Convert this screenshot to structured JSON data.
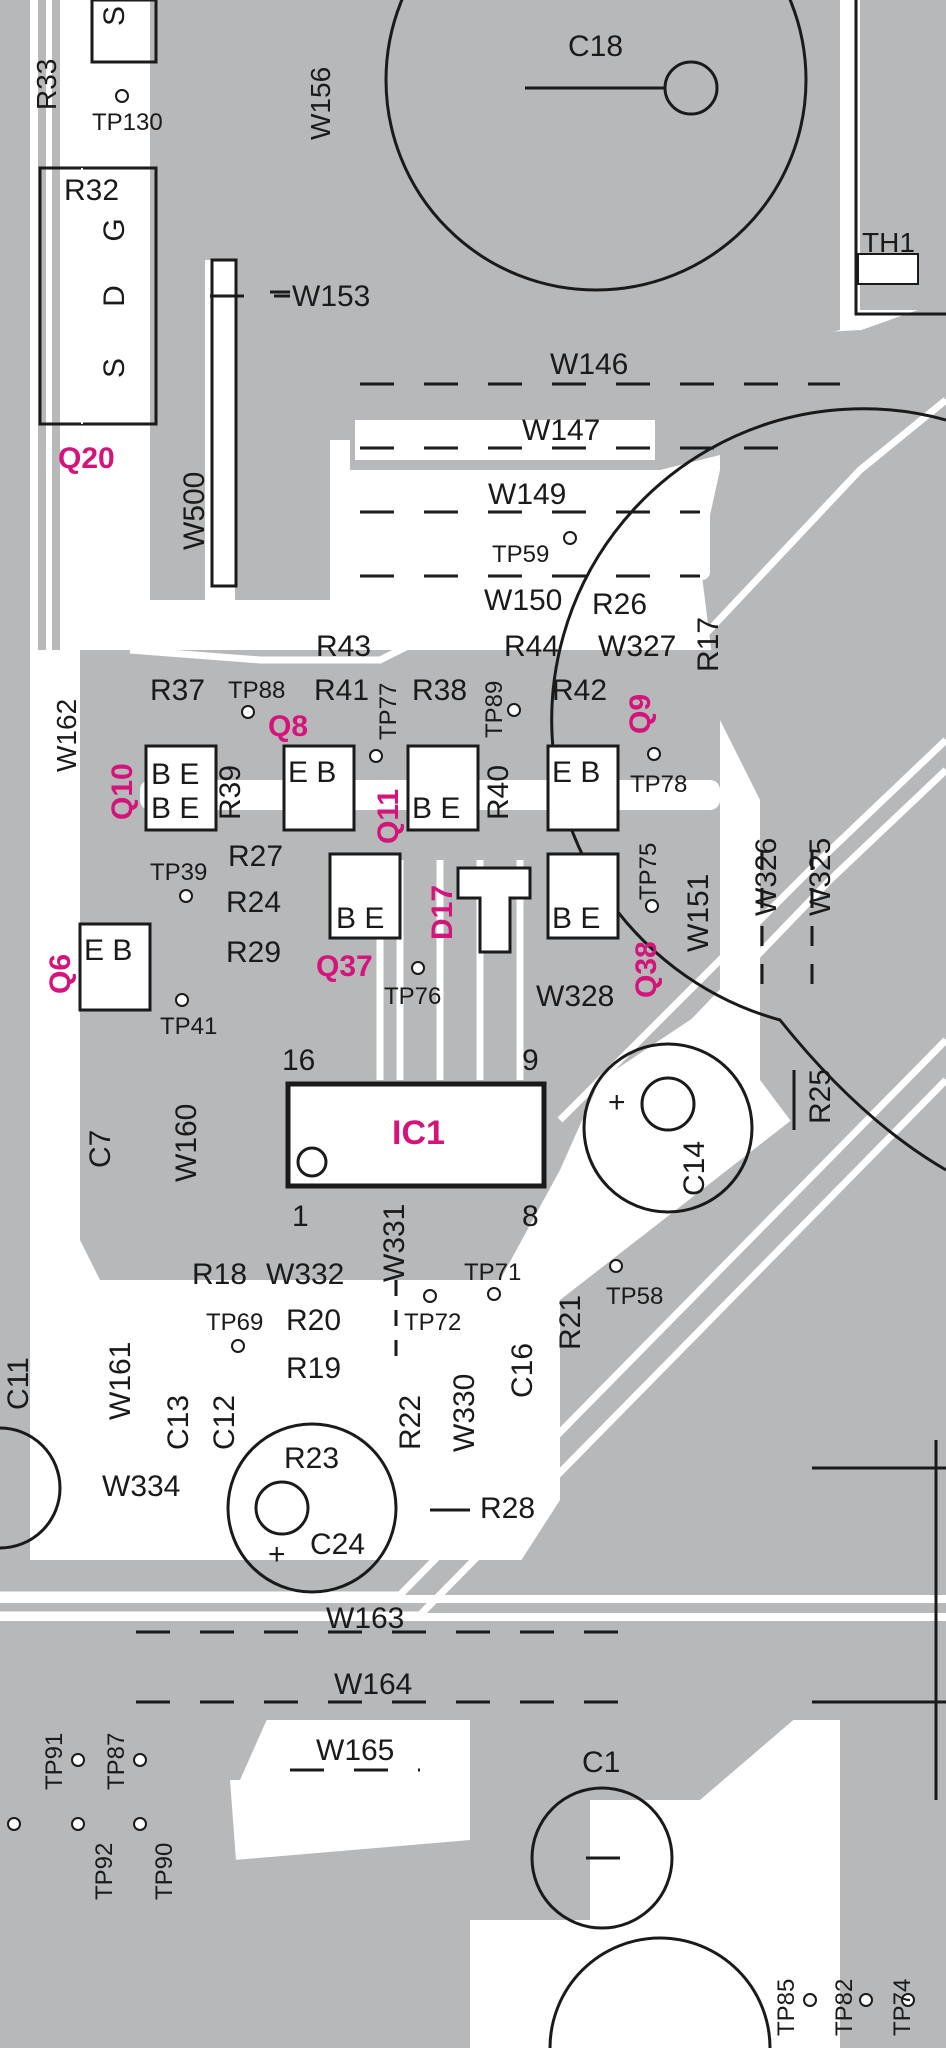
{
  "colors": {
    "copper": "#b7b8ba",
    "board": "#ffffff",
    "ink": "#1a1a1a",
    "ref_designator": "#d4147a"
  },
  "labels": {
    "s_top": "S",
    "r33": "R33",
    "tp130": "TP130",
    "w156": "W156",
    "c18": "C18",
    "r32": "R32",
    "g": "G",
    "d": "D",
    "s": "S",
    "w153": "W153",
    "th1": "TH1",
    "w146": "W146",
    "w147": "W147",
    "q20": "Q20",
    "w500": "W500",
    "w149": "W149",
    "tp59": "TP59",
    "w150": "W150",
    "r26": "R26",
    "r17": "R17",
    "r43": "R43",
    "r44": "R44",
    "w327": "W327",
    "w162": "W162",
    "r37": "R37",
    "tp88": "TP88",
    "r41": "R41",
    "tp77": "TP77",
    "r38": "R38",
    "tp89": "TP89",
    "r42": "R42",
    "q9": "Q9",
    "q8": "Q8",
    "q10": "Q10",
    "r39": "R39",
    "q11": "Q11",
    "r40": "R40",
    "tp78": "TP78",
    "eb": "E B",
    "be": "B E",
    "w326": "W326",
    "w325": "W325",
    "tp75": "TP75",
    "w151": "W151",
    "tp39": "TP39",
    "r27": "R27",
    "d17": "D17",
    "r24": "R24",
    "q6": "Q6",
    "r29": "R29",
    "q37": "Q37",
    "tp76": "TP76",
    "w328": "W328",
    "q38": "Q38",
    "tp41": "TP41",
    "pin16": "16",
    "pin9": "9",
    "pin1": "1",
    "pin8": "8",
    "ic1": "IC1",
    "c7": "C7",
    "w160": "W160",
    "plus": "+",
    "c14": "C14",
    "r25": "R25",
    "w331": "W331",
    "r18": "R18",
    "w332": "W332",
    "tp71": "TP71",
    "r21": "R21",
    "tp58": "TP58",
    "tp69": "TP69",
    "r20": "R20",
    "tp72": "TP72",
    "c11": "C11",
    "w161": "W161",
    "c16": "C16",
    "r19": "R19",
    "c13": "C13",
    "c12": "C12",
    "r22": "R22",
    "w330": "W330",
    "r23": "R23",
    "w334": "W334",
    "r28": "R28",
    "c24": "C24",
    "w163": "W163",
    "w164": "W164",
    "w165": "W165",
    "c1": "C1",
    "tp91": "TP91",
    "tp87": "TP87",
    "tp92": "TP92",
    "tp90": "TP90",
    "tp85": "TP85",
    "tp82": "TP82",
    "tp74": "TP74"
  }
}
